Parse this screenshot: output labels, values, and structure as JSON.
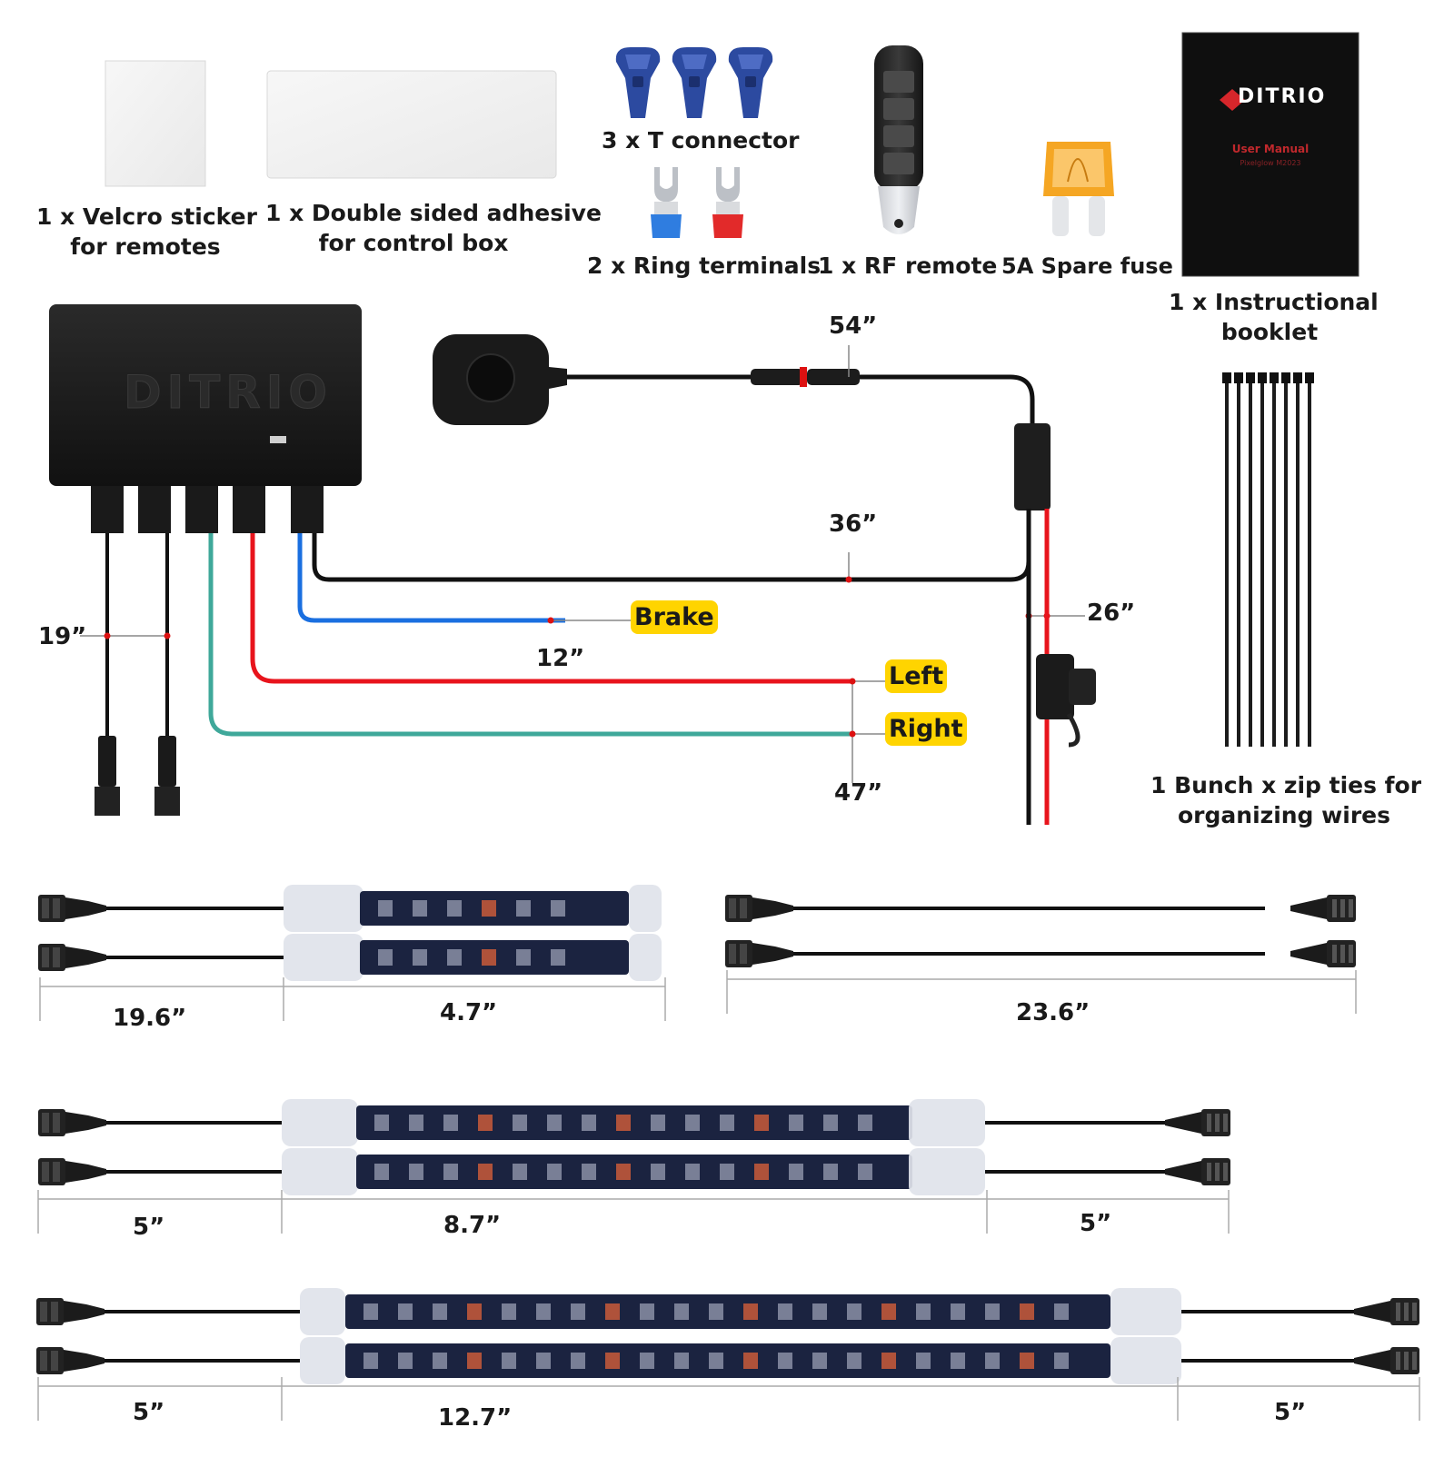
{
  "colors": {
    "wire": "#111111",
    "red": "#e8141c",
    "blue": "#1a6fe0",
    "teal": "#3fa89a",
    "tag": "#ffd400",
    "pcb": "#1b2340",
    "led": "#c95a3a",
    "fuse": "#f5a623"
  },
  "items": {
    "velcro": [
      "1 x Velcro sticker",
      "for remotes"
    ],
    "adhesive": [
      "1 x Double sided adhesive",
      "for control box"
    ],
    "t_connector": "3 x T connector",
    "ring_terminals": "2 x Ring terminals",
    "rf_remote": "1 x RF remote",
    "fuse": "5A Spare fuse",
    "booklet": [
      "1 x Instructional",
      "booklet"
    ],
    "zip_ties": [
      "1 Bunch x zip ties for",
      "organizing wires"
    ]
  },
  "booklet_cover": {
    "brand": "DITRIO",
    "title": "User Manual",
    "subtitle": "Pixelglow M2023"
  },
  "control_box": {
    "brand": "DITRIO"
  },
  "wiring": {
    "len_54": "54”",
    "len_36": "36”",
    "len_26": "26”",
    "len_19": "19”",
    "len_12": "12”",
    "len_47": "47”",
    "brake": "Brake",
    "left": "Left",
    "right": "Right"
  },
  "strips": {
    "row1_wire": "19.6”",
    "row1_strip": "4.7”",
    "ext_cable": "23.6”",
    "row2_left": "5”",
    "row2_strip": "8.7”",
    "row2_right": "5”",
    "row3_left": "5”",
    "row3_strip": "12.7”",
    "row3_right": "5”"
  }
}
